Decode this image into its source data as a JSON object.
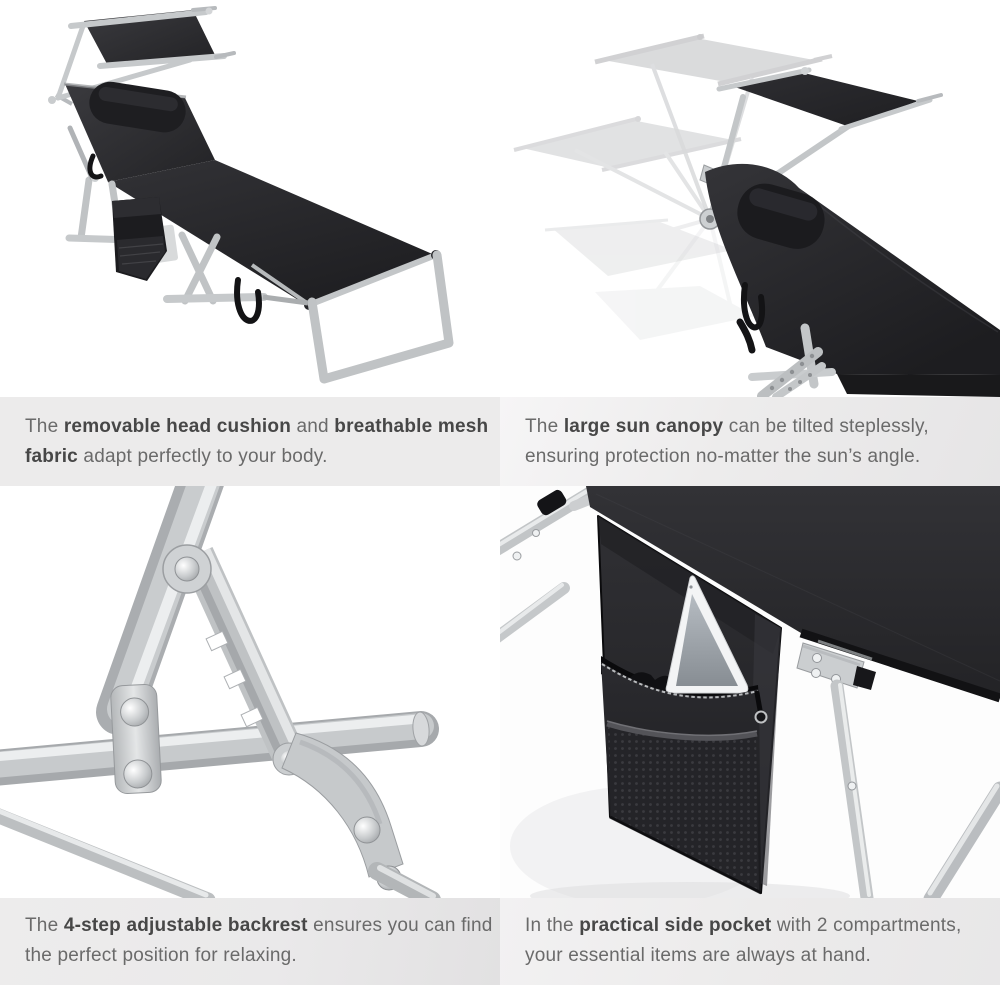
{
  "colors": {
    "page_background": "#ffffff",
    "caption_band_background": "#ecebeb",
    "caption_text": "#6a6a6a",
    "caption_text_bold": "#474747",
    "fabric_black": "#2a2a2d",
    "frame_silver": "#c6c9cb"
  },
  "captions": {
    "head_cushion": {
      "lines": [
        [
          {
            "t": "The ",
            "b": false
          },
          {
            "t": "removable head cushion",
            "b": true
          },
          {
            "t": " and ",
            "b": false
          },
          {
            "t": "breathable mesh",
            "b": true
          }
        ],
        [
          {
            "t": "fabric",
            "b": true
          },
          {
            "t": " adapt perfectly to your body.",
            "b": false
          }
        ]
      ]
    },
    "sun_canopy": {
      "lines": [
        [
          {
            "t": "The ",
            "b": false
          },
          {
            "t": "large sun canopy",
            "b": true
          },
          {
            "t": " can be tilted steplessly,",
            "b": false
          }
        ],
        [
          {
            "t": "ensuring protection no-matter the sun’s angle.",
            "b": false
          }
        ]
      ]
    },
    "backrest": {
      "lines": [
        [
          {
            "t": "The ",
            "b": false
          },
          {
            "t": "4-step adjustable backrest",
            "b": true
          },
          {
            "t": " ensures you can find",
            "b": false
          }
        ],
        [
          {
            "t": "the perfect position for relaxing.",
            "b": false
          }
        ]
      ]
    },
    "side_pocket": {
      "lines": [
        [
          {
            "t": "In the ",
            "b": false
          },
          {
            "t": "practical side pocket",
            "b": true
          },
          {
            "t": " with 2 compartments,",
            "b": false
          }
        ],
        [
          {
            "t": "your essential items are always at hand.",
            "b": false
          }
        ]
      ]
    }
  }
}
